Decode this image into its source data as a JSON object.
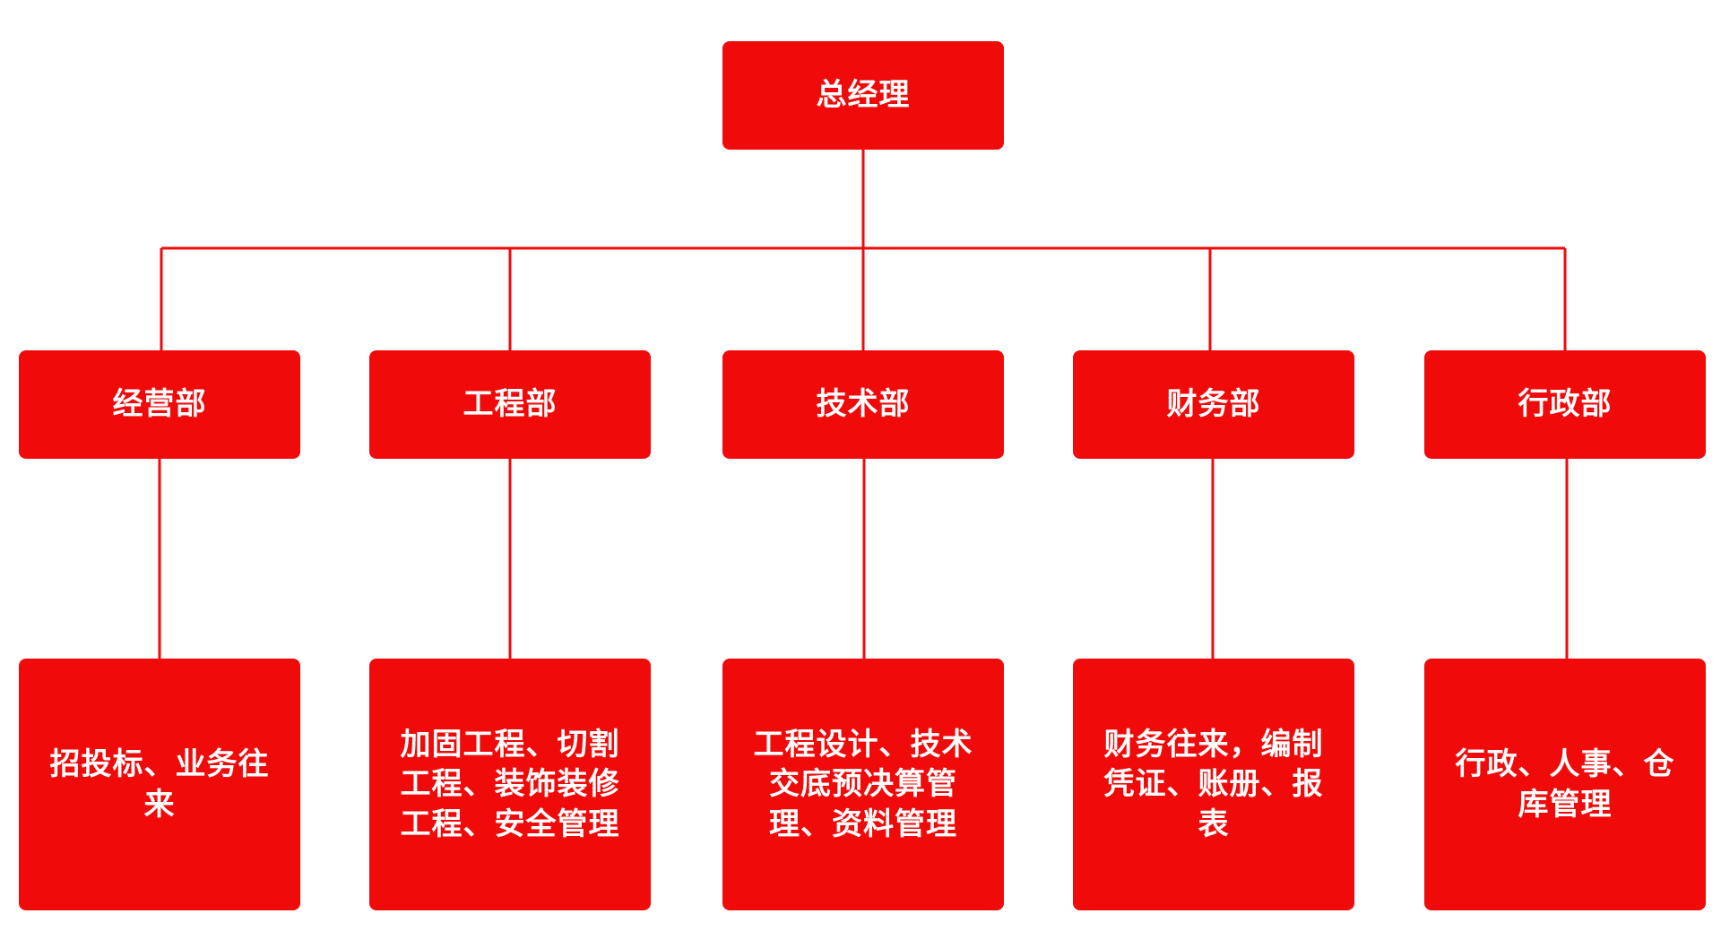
{
  "line_color": "#f00a0a",
  "box_color": "#f00a0a",
  "text_color": "#ffffff",
  "root": {
    "label": "总经理"
  },
  "departments": [
    {
      "label": "经营部",
      "duties": "招投标、业务往来"
    },
    {
      "label": "工程部",
      "duties": "加固工程、切割工程、装饰装修工程、安全管理"
    },
    {
      "label": "技术部",
      "duties": "工程设计、技术交底预决算管理、资料管理"
    },
    {
      "label": "财务部",
      "duties": "财务往来，编制凭证、账册、报表"
    },
    {
      "label": "行政部",
      "duties": "行政、人事、仓库管理"
    }
  ]
}
